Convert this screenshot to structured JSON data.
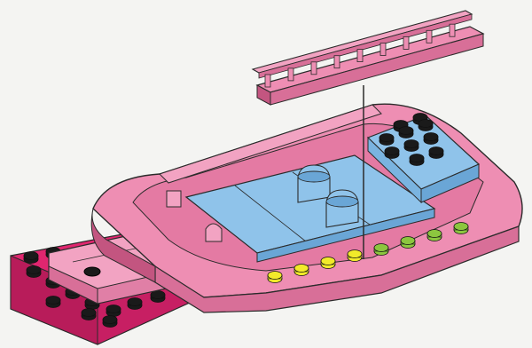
{
  "scene": {
    "kind": "building-instruction-illustration",
    "step_text": "",
    "colors": {
      "background": "#f4f4f2",
      "pink_body": "#ee8eb3",
      "pink_shade": "#d86f98",
      "pink_dark": "#c35580",
      "magenta_plate": "#e0266f",
      "magenta_shade": "#b81c5a",
      "blue_tile": "#8fc3ea",
      "blue_shade": "#6aa6d6",
      "black_stud": "#1a1a1a",
      "yellow_stud": "#f2ea2a",
      "green_stud": "#8cc63f",
      "outline": "#2b2b2b"
    },
    "studs": {
      "black_on_blue_block": 10,
      "yellow_row": 4,
      "green_row": 4,
      "black_on_magenta_plate": 12
    },
    "parts": [
      "railing-piece",
      "guide-line",
      "boat-hull",
      "blue-deck",
      "seat-left",
      "seat-right",
      "stud-block",
      "magenta-plate"
    ]
  }
}
